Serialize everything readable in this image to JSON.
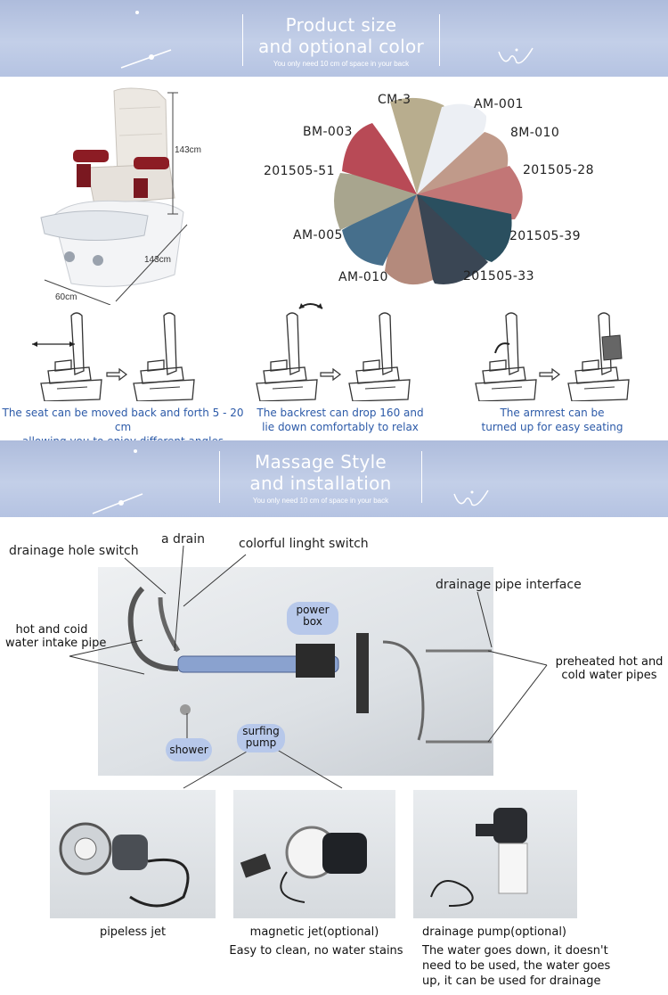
{
  "section1": {
    "title_line1": "Product size",
    "title_line2": "and optional color",
    "subtitle": "You only need 10 cm of space in your back"
  },
  "dimensions": {
    "height": "143cm",
    "depth": "143cm",
    "width": "60cm"
  },
  "colors": {
    "swatches": [
      "CM-3",
      "AM-001",
      "BM-003",
      "8M-010",
      "201505-51",
      "201505-28",
      "AM-005",
      "201505-39",
      "AM-010",
      "201505-33"
    ]
  },
  "features": [
    {
      "line1": "The seat can be moved back and forth 5 - 20 cm",
      "line2": "allowing you to enjoy different angles"
    },
    {
      "line1": "The backrest can drop 160 and",
      "line2": "lie down comfortably to relax"
    },
    {
      "line1": "The armrest can be",
      "line2": "turned up for easy seating"
    }
  ],
  "section2": {
    "title_line1": "Massage Style",
    "title_line2": "and installation",
    "subtitle": "You only need 10 cm of space in your back"
  },
  "installation": {
    "drainage_hole_switch": "drainage hole switch",
    "a_drain": "a drain",
    "colorful_light_switch": "colorful linght switch",
    "drainage_pipe_interface": "drainage pipe interface",
    "hot_cold_intake_1": "hot and coid",
    "hot_cold_intake_2": "water intake pipe",
    "power_box_1": "power",
    "power_box_2": "box",
    "preheated_1": "preheated hot and",
    "preheated_2": "cold water pipes",
    "shower": "shower",
    "surfing_pump_1": "surfing",
    "surfing_pump_2": "pump"
  },
  "products": [
    {
      "name": "pipeless jet",
      "desc": []
    },
    {
      "name": "magnetic jet(optional)",
      "desc": [
        "Easy to clean, no water stains"
      ]
    },
    {
      "name": "drainage pump(optional)",
      "desc": [
        "The water goes down, it doesn't",
        "need to be used, the water goes",
        "up, it can be used for drainage"
      ]
    }
  ],
  "palette": {
    "banner": "#b9c6e3",
    "caption_blue": "#2c5aa8",
    "bubble": "#b7c8ea"
  }
}
